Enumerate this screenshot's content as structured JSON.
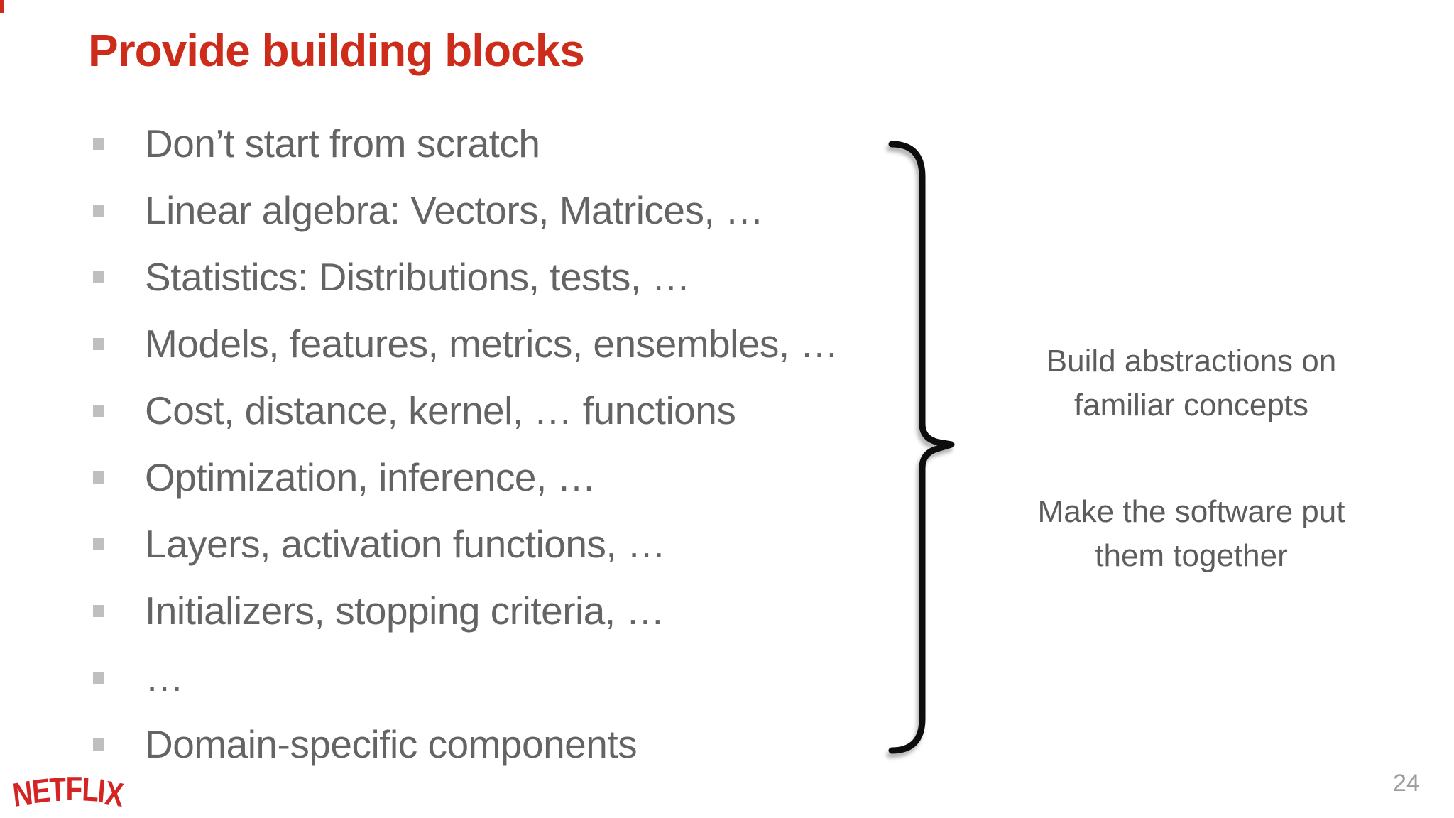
{
  "slide": {
    "title": "Provide building blocks",
    "bullets": [
      "Don’t start from scratch",
      "Linear algebra: Vectors, Matrices, …",
      "Statistics: Distributions, tests, …",
      "Models, features, metrics, ensembles, …",
      "Cost, distance, kernel, … functions",
      "Optimization, inference, …",
      "Layers, activation functions, …",
      "Initializers, stopping criteria, …",
      "…",
      "Domain-specific components"
    ],
    "annotations": [
      "Build abstractions on familiar concepts",
      "Make the software put them together"
    ],
    "page_number": "24",
    "logo_text": "NETFLIX",
    "colors": {
      "title_red": "#ce2c1b",
      "body_text_gray": "#646464",
      "bullet_gray": "#bfbfbf",
      "annotation_gray": "#5c5c5c",
      "brace_black": "#111111",
      "logo_red": "#d42423",
      "page_number_gray": "#9c9c9c",
      "background": "#ffffff"
    }
  }
}
